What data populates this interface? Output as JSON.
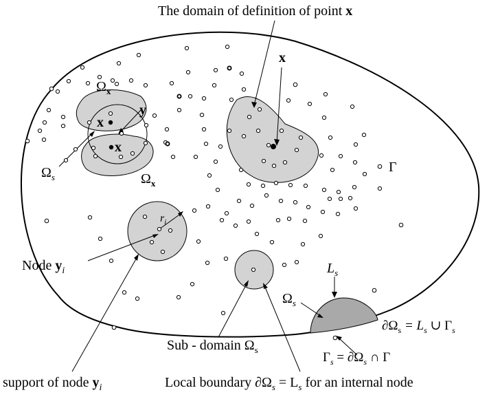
{
  "labels": {
    "title_prefix": "The domain of definition of  point ",
    "title_bold": "x",
    "x_right": "x",
    "omega_x_top_main": "Ω",
    "omega_x_top_sub": "x",
    "y_label": "y",
    "x_upper": "x",
    "x_lower": "x",
    "omega_s_left_main": "Ω",
    "omega_s_left_sub": "s",
    "omega_x_bottom_main": "Ω",
    "omega_x_bottom_sub": "x",
    "gamma": "Γ",
    "r_main": "r",
    "r_sub": "i",
    "node_yi_prefix": "Node ",
    "node_yi_bold": "y",
    "node_yi_sub": "i",
    "subdomain_prefix": "Sub - domain Ω",
    "subdomain_sub": "s",
    "support_prefix": "support of node  ",
    "support_bold": "y",
    "support_sub": "i",
    "local_boundary_prefix": "Local boundary ∂Ω",
    "local_boundary_sub1": "s",
    "local_boundary_mid": " = L",
    "local_boundary_sub2": "s",
    "local_boundary_suffix": " for an internal node",
    "ls_main": "L",
    "ls_sub": "s",
    "omega_s_right_main": "Ω",
    "omega_s_right_sub": "s",
    "boundary_eq_a": "∂Ω",
    "boundary_eq_a_sub": "s",
    "boundary_eq_b": " = L",
    "boundary_eq_b_sub": "s",
    "boundary_eq_c": " ∪ Γ",
    "boundary_eq_c_sub": "s",
    "gamma_s_a": "Γ",
    "gamma_s_a_sub": "s",
    "gamma_s_b": " = ∂Ω",
    "gamma_s_b_sub": "s",
    "gamma_s_c": " ∩ Γ"
  },
  "colors": {
    "subdomain_fill": "#d3d3d3",
    "boundary_subdomain_fill": "#a9a9a9",
    "stroke": "#000000"
  }
}
